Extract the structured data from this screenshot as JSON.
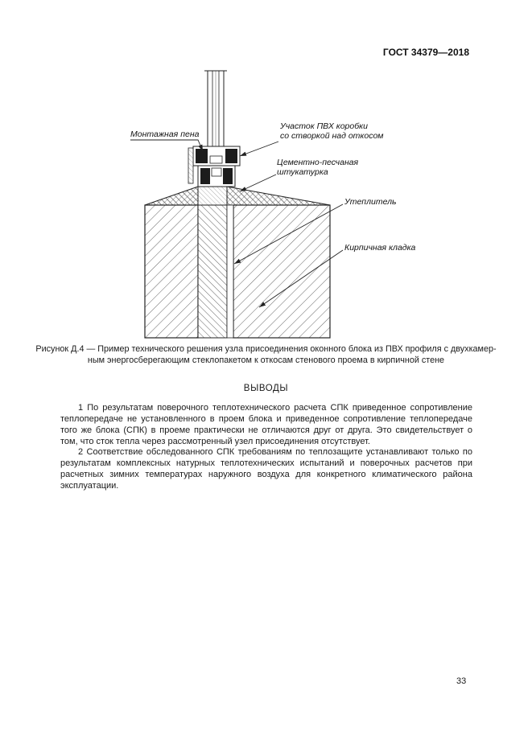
{
  "page": {
    "header": "ГОСТ 34379—2018",
    "page_number": "33"
  },
  "figure": {
    "labels": {
      "foam": "Монтажная пена",
      "pvc_box": "Участок ПВХ коробки\nсо створкой над откосом",
      "plaster": "Цементно-песчаная\nштукатурка",
      "insulation": "Утеплитель",
      "brick": "Кирпичная кладка"
    },
    "caption": "Рисунок Д.4 — Пример технического решения узла присоединения оконного блока  из ПВХ профиля с двухкамер-\nным энергосберегающим стеклопакетом к откосам стенового проема в кирпичной стене"
  },
  "conclusions": {
    "heading": "ВЫВОДЫ",
    "paragraph_1": "1 По результатам поверочного теплотехнического расчета СПК приведенное сопротивление теплопередаче не установленного в проем блока и приведенное сопротивление теплопередаче того же блока (СПК) в проеме практически не отличаются друг от друга. Это свидетельствует о том, что сток тепла через рассмотренный узел присоединения отсутствует.",
    "paragraph_2": "2 Соответствие обследованного СПК требованиям по теплозащите устанавливают только по результатам комплексных натурных теплотехнических испытаний и поверочных расчетов при расчетных зимних температурах наружного воздуха для конкретного климатического района эксплуатации."
  }
}
